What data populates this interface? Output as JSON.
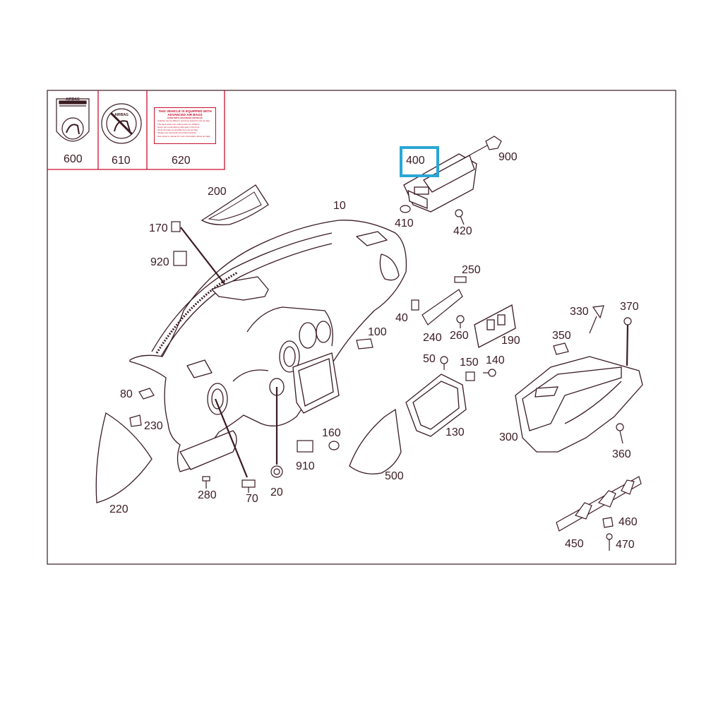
{
  "colors": {
    "frame": "#c8102e",
    "line": "#3a1a22",
    "highlight": "#2aa6d6",
    "fill": "#ffffff"
  },
  "labels_strip": {
    "items": [
      {
        "callout": "600",
        "icon": "airbag-child-seat-warning-icon",
        "caption": "AIRBAG"
      },
      {
        "callout": "610",
        "icon": "no-rear-facing-child-seat-icon",
        "caption": "AIRBAG"
      },
      {
        "callout": "620",
        "icon": "airbag-warning-label-icon"
      }
    ],
    "warning_label": {
      "title": "THIS VEHICLE IS EQUIPPED WITH ADVANCED AIR BAGS",
      "subtitle": "EVEN WITH ADVANCED AIR BAGS",
      "lines": [
        "Children can be killed or seriously injured by the air bag",
        "The back seat is the safest place for children",
        "Never put a rear-facing child seat in the front",
        "Sit as far back as possible from the air bag",
        "Always use seat belts and child restraints",
        "See owner's manual for more information about air bags"
      ]
    }
  },
  "callouts": {
    "c10": "10",
    "c20": "20",
    "c40": "40",
    "c50": "50",
    "c70": "70",
    "c80": "80",
    "c100": "100",
    "c130": "130",
    "c140": "140",
    "c150": "150",
    "c160": "160",
    "c170": "170",
    "c190": "190",
    "c200": "200",
    "c220": "220",
    "c230": "230",
    "c240": "240",
    "c250": "250",
    "c260": "260",
    "c280": "280",
    "c300": "300",
    "c330": "330",
    "c350": "350",
    "c360": "360",
    "c370": "370",
    "c400": "400",
    "c410": "410",
    "c420": "420",
    "c450": "450",
    "c460": "460",
    "c470": "470",
    "c500": "500",
    "c900": "900",
    "c910": "910",
    "c920": "920"
  },
  "selected_callout": "400"
}
